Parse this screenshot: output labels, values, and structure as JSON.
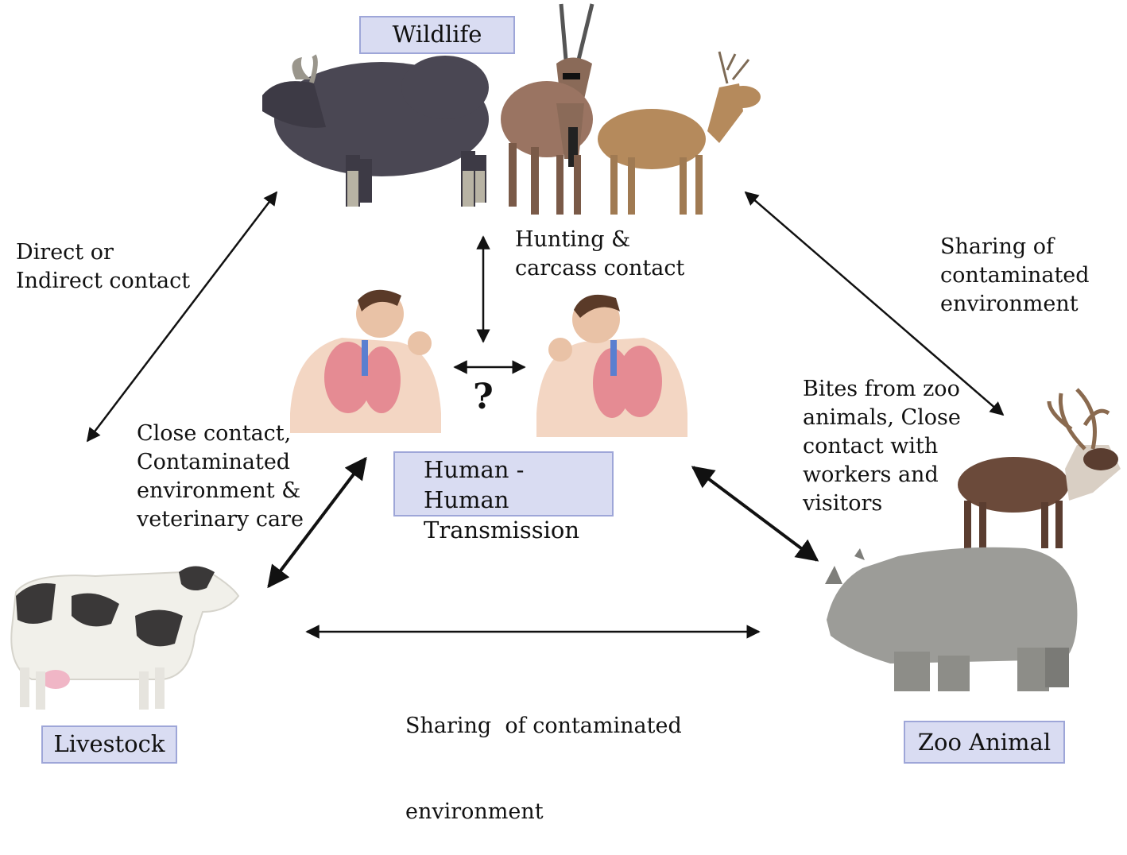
{
  "nodes": {
    "wildlife": "Wildlife",
    "human_line1": "Human - Human",
    "human_line2": "Transmission",
    "livestock": "Livestock",
    "zoo": "Zoo Animal"
  },
  "edges": {
    "wildlife_livestock": [
      "Direct or",
      "Indirect contact"
    ],
    "wildlife_human": [
      "Hunting &",
      "carcass contact"
    ],
    "wildlife_zoo": [
      "Sharing of",
      "contaminated",
      "environment"
    ],
    "zoo_human": [
      "Bites from zoo",
      "animals, Close",
      "contact with",
      "workers and",
      "visitors"
    ],
    "livestock_human": [
      "Close contact,",
      "Contaminated",
      "environment &",
      "veterinary care"
    ],
    "livestock_zoo": [
      "Sharing  of contaminated",
      "environment"
    ],
    "human_human_marker": "?"
  },
  "colors": {
    "box_fill": "#d9dcf2",
    "box_border": "#9ea6d8",
    "arrow": "#111111"
  },
  "icons": [
    "gaur-icon",
    "oryx-icon",
    "deer-icon",
    "coughing-person-icon",
    "cow-icon",
    "reindeer-icon",
    "rhino-icon"
  ]
}
